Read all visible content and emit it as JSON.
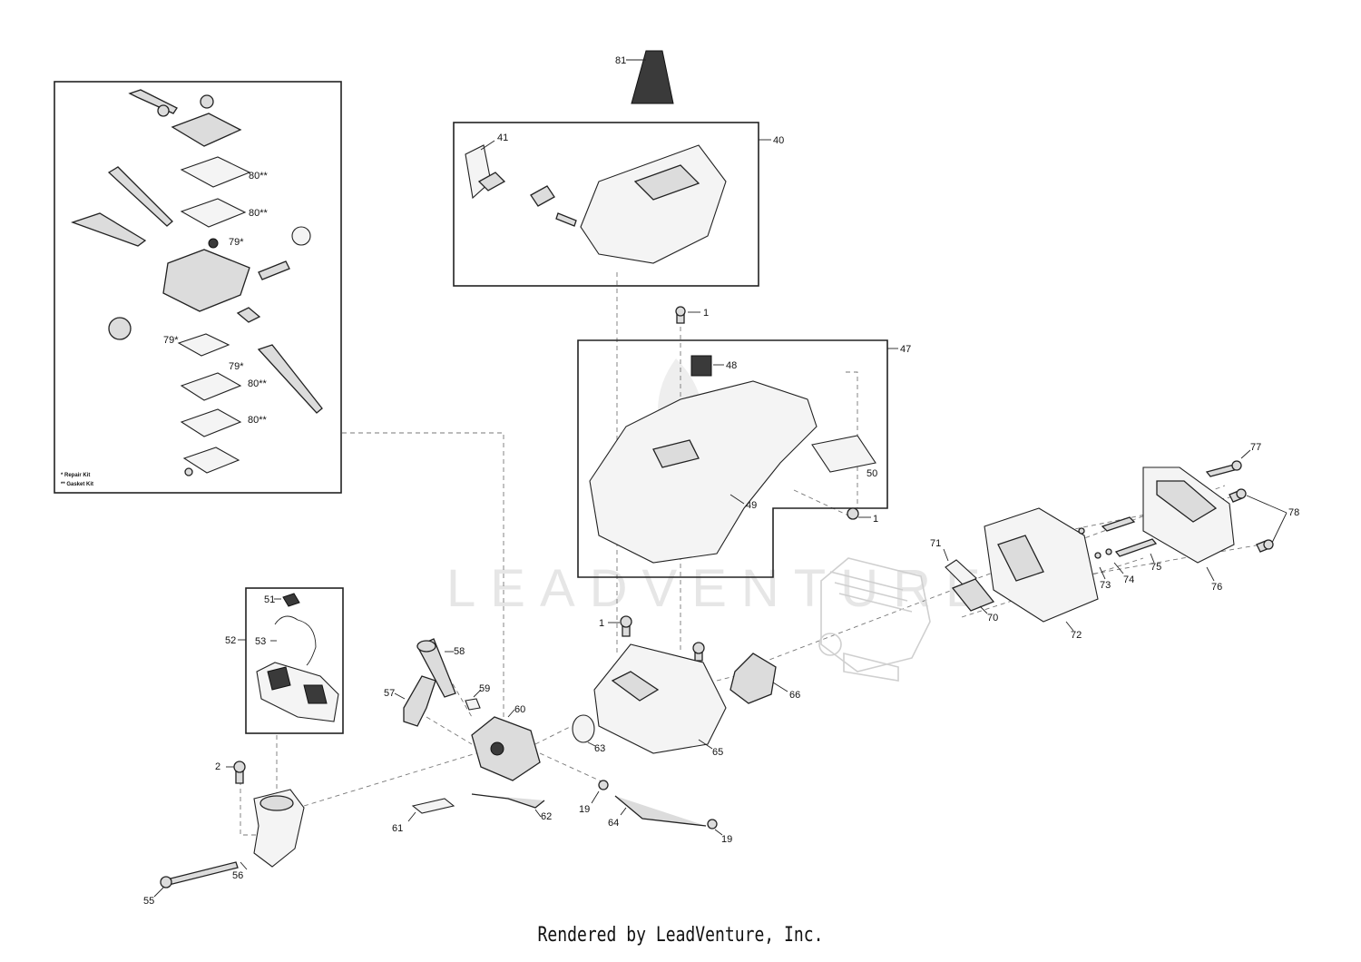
{
  "watermark": "LEADVENTURE",
  "footer": "Rendered by LeadVenture, Inc.",
  "kit_legend": {
    "repair": "* Repair Kit",
    "gasket": "** Gasket Kit"
  },
  "labels": {
    "l81": "81",
    "l41": "41",
    "l40": "40",
    "l1a": "1",
    "l47": "47",
    "l48": "48",
    "l50": "50",
    "l49": "49",
    "l1b": "1",
    "l77": "77",
    "l78": "78",
    "l71": "71",
    "l73": "73",
    "l74": "74",
    "l75": "75",
    "l76": "76",
    "l70": "70",
    "l72": "72",
    "l1c": "1",
    "l66": "66",
    "l65": "65",
    "l63": "63",
    "l60": "60",
    "l58": "58",
    "l59": "59",
    "l57": "57",
    "l51": "51",
    "l52": "52",
    "l53": "53",
    "l2": "2",
    "l56": "56",
    "l55": "55",
    "l61": "61",
    "l62": "62",
    "l19a": "19",
    "l64": "64",
    "l19b": "19",
    "l80a": "80**",
    "l80b": "80**",
    "l79a": "79*",
    "l79b": "79*",
    "l79c": "79*",
    "l80c": "80**",
    "l80d": "80**"
  }
}
